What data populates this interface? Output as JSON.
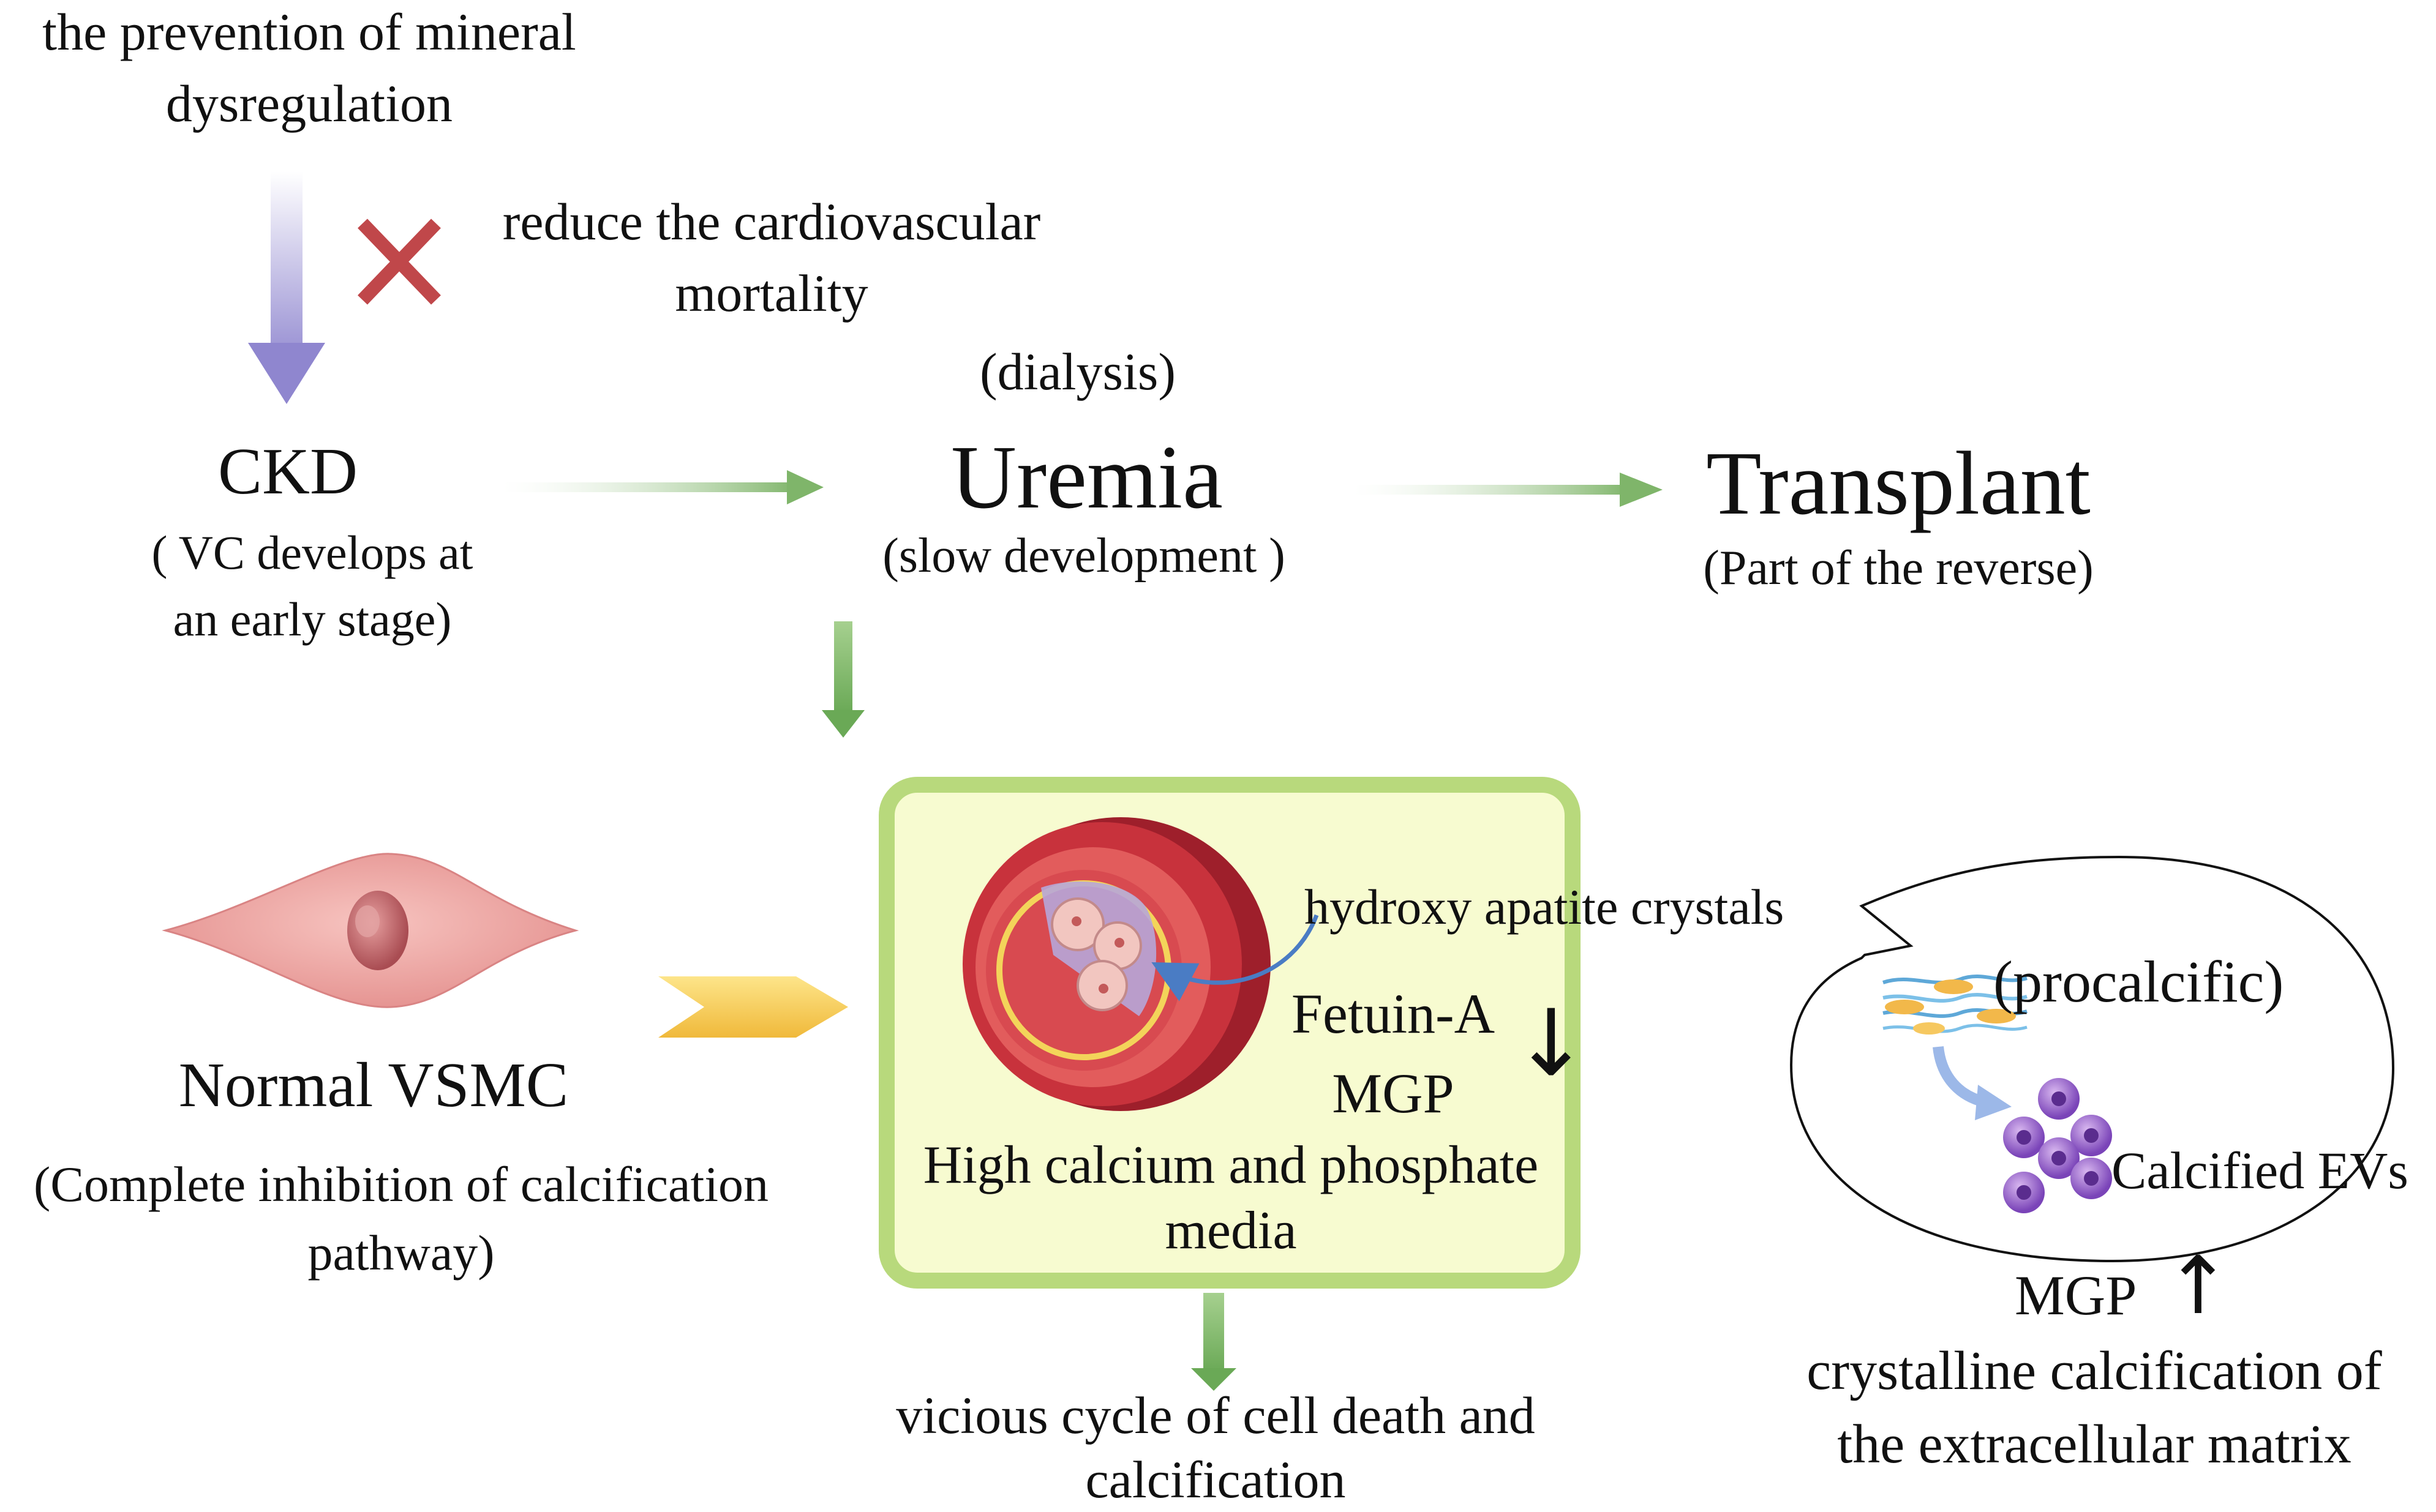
{
  "prevention": {
    "line1": "the prevention of mineral",
    "line2": "dysregulation"
  },
  "reduce": {
    "line1": "reduce the cardiovascular",
    "line2": "mortality"
  },
  "ckd": {
    "title": "CKD",
    "note_line1": "( VC  develops at",
    "note_line2": "an early stage)"
  },
  "uremia": {
    "dialysis": "(dialysis)",
    "title": "Uremia",
    "note": "(slow development )"
  },
  "transplant": {
    "title": "Transplant",
    "note": "(Part of the reverse)"
  },
  "vsmc": {
    "title": "Normal VSMC",
    "note_line1": "(Complete inhibition of calcification",
    "note_line2": "pathway)"
  },
  "media_box": {
    "crystals_label": "hydroxy apatite crystals",
    "fetuin": "Fetuin-A",
    "mgp": "MGP",
    "down_arrow": "↓",
    "line1": "High calcium and phosphate",
    "line2": "media"
  },
  "bubble": {
    "procalcific": "(procalcific)",
    "calcified_evs": "Calcified EVs"
  },
  "mgp_up": {
    "label": "MGP",
    "arrow": "↑"
  },
  "crystalline": {
    "line1": "crystalline calcification of",
    "line2": "the extracellular matrix"
  },
  "vicious": {
    "line1": "vicious cycle of cell death and",
    "line2": "calcification"
  },
  "colors": {
    "green_arrow": "#7fb56a",
    "purple_arrow": "#8f86cf",
    "red_x": "#c0474a",
    "box_border": "#b8d97c",
    "box_fill": "#f7fbd0",
    "chevron": "#f4c94c",
    "artery_red": "#c8323c",
    "cell_pink": "#e99a9a",
    "ev_purple": "#8a5cc4"
  }
}
